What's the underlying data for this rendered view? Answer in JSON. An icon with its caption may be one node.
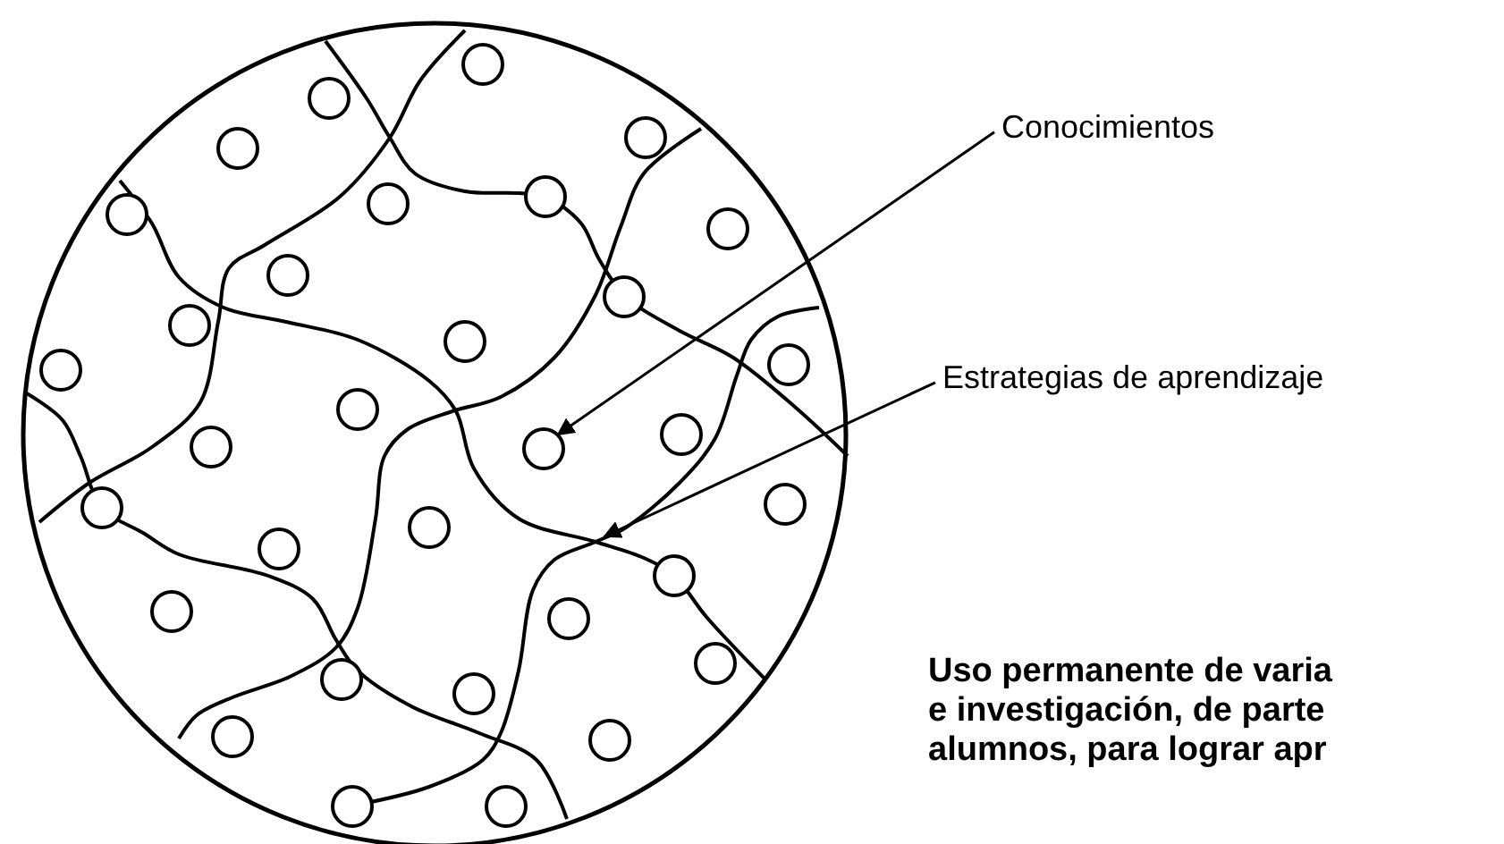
{
  "diagram": {
    "nodes": [
      {
        "text": [
          "Conocimientos"
        ]
      },
      {
        "text": [
          "Estrategias de aprendizaje"
        ]
      },
      {
        "text": [],
        "shape": "circle"
      }
    ],
    "edges": [
      {
        "from": 0,
        "to": 2,
        "arrow": "to"
      },
      {
        "from": 1,
        "to": null,
        "arrow": "to"
      }
    ],
    "labels": [
      "Uso permanente de varia",
      "e investigación, de parte",
      "alumnos, para lograr apr"
    ]
  }
}
